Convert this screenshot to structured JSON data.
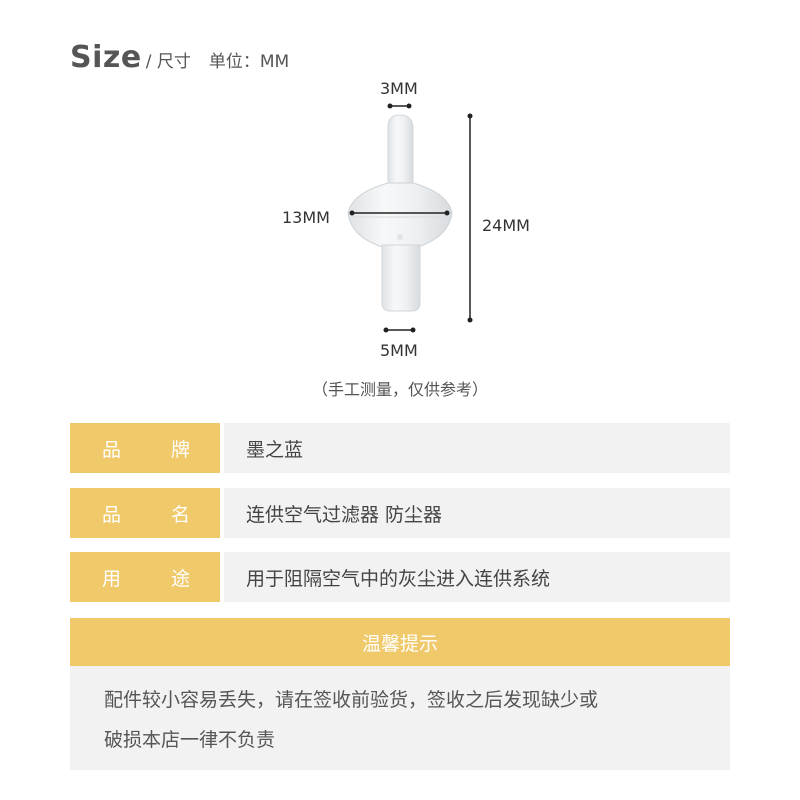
{
  "header": {
    "size_word": "Size",
    "size_sub": "/ 尺寸",
    "unit": "单位：MM"
  },
  "dimensions": {
    "top_tip": "3MM",
    "width": "13MM",
    "height": "24MM",
    "bottom_tube": "5MM"
  },
  "note": "（手工测量，仅供参考）",
  "specs": [
    {
      "label_a": "品",
      "label_b": "牌",
      "value": "墨之蓝"
    },
    {
      "label_a": "品",
      "label_b": "名",
      "value": "连供空气过滤器 防尘器"
    },
    {
      "label_a": "用",
      "label_b": "途",
      "value": "用于阻隔空气中的灰尘进入连供系统"
    }
  ],
  "tips": {
    "title": "温馨提示",
    "line1": "配件较小容易丢失，请在签收前验货，签收之后发现缺少或",
    "line2": "破损本店一律不负责"
  },
  "colors": {
    "accent": "#efc96a",
    "row_bg": "#f2f2f2"
  }
}
